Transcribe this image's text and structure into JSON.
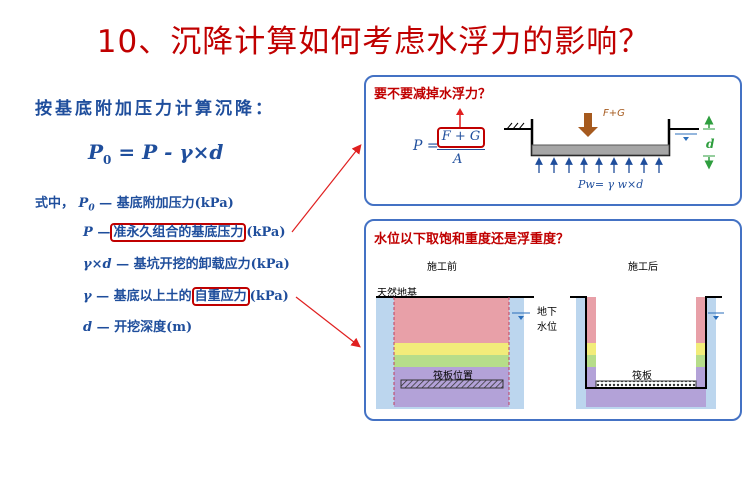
{
  "slide": {
    "title": "10、沉降计算如何考虑水浮力的影响？",
    "heading": "按基底附加压力计算沉降：",
    "formula": {
      "p0": "P",
      "p0_sub": "0",
      "rhs": "= P - γ×d"
    },
    "definitions": {
      "intro": "式中，",
      "p0_sym": "P",
      "p0_sub": "0",
      "p0_text": "— 基底附加压力(kPa)",
      "p_sym": "P",
      "p_dash": "—",
      "p_boxed": "准永久组合的基底压力",
      "p_unit": "(kPa)",
      "gd_sym": "γ×d",
      "gd_text": "— 基坑开挖的卸载应力(kPa)",
      "g_sym": "γ",
      "g_text": "— 基底以上土的",
      "g_boxed": "自重应力",
      "g_unit": "(kPa)",
      "d_sym": "d",
      "d_text": "— 开挖深度(m)"
    }
  },
  "panel_top": {
    "title": "要不要减掉水浮力？",
    "p_eq": "P =",
    "numerator": "F + G",
    "denominator": "A",
    "load_label": "F+G",
    "depth_label": "d",
    "pw_label": "Pw= γ w×d"
  },
  "panel_bottom": {
    "title": "水位以下取饱和重度还是浮重度？",
    "before_label": "施工前",
    "after_label": "施工后",
    "ground_label": "天然地基",
    "water_label_1": "地下",
    "water_label_2": "水位",
    "raft_position_label": "筏板位置",
    "raft_label": "筏板"
  },
  "colors": {
    "title_red": "#c00000",
    "text_blue": "#1f4e9c",
    "panel_border": "#4472c4",
    "layer_pink": "#e8a0a8",
    "layer_yellow": "#f2ec7a",
    "layer_green": "#b6dd8a",
    "layer_purple": "#b3a2d8",
    "water_blue": "#bcd6ee"
  }
}
